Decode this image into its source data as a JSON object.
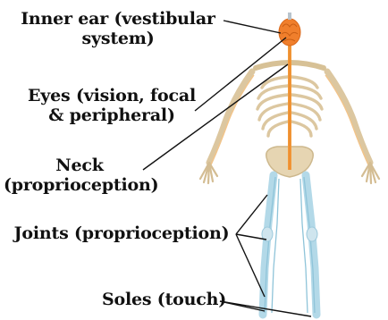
{
  "labels": {
    "inner_ear": {
      "line1": "Inner ear (vestibular",
      "line2": "system)"
    },
    "eyes": {
      "line1": "Eyes (vision, focal",
      "line2": "& peripheral)"
    },
    "neck": {
      "line1": "Neck",
      "line2": "(proprioception)"
    },
    "joints": {
      "line1": "Joints (proprioception)"
    },
    "soles": {
      "line1": "Soles (touch)"
    }
  },
  "colors": {
    "skeleton": "#e2cfaa",
    "skeleton_outline": "#c9b185",
    "brain": "#f07f2c",
    "spinal_cord": "#f39a3a",
    "nerves": "#f4c27e",
    "legs": "#a9d3e3",
    "leader_lines": "#111111"
  }
}
